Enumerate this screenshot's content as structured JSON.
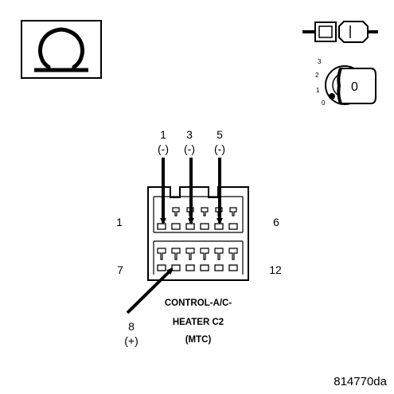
{
  "meter": {
    "symbol": "Ω",
    "icon": "ohmmeter-icon"
  },
  "connector_icon": {
    "icon": "disconnected-connector-icon"
  },
  "ignition_icon": {
    "icon": "ignition-switch-icon",
    "positions": [
      "3",
      "2",
      "1",
      "0"
    ],
    "key_label": "0"
  },
  "probes": [
    {
      "pin": "1",
      "polarity": "(-)"
    },
    {
      "pin": "3",
      "polarity": "(-)"
    },
    {
      "pin": "5",
      "polarity": "(-)"
    },
    {
      "pin": "8",
      "polarity": "(+)"
    }
  ],
  "connector": {
    "corner_labels": {
      "top_left": "1",
      "top_right": "6",
      "bottom_left": "7",
      "bottom_right": "12"
    },
    "title_lines": [
      "CONTROL-A/C-",
      "HEATER C2",
      "(MTC)"
    ]
  },
  "figure_code": "814770da"
}
